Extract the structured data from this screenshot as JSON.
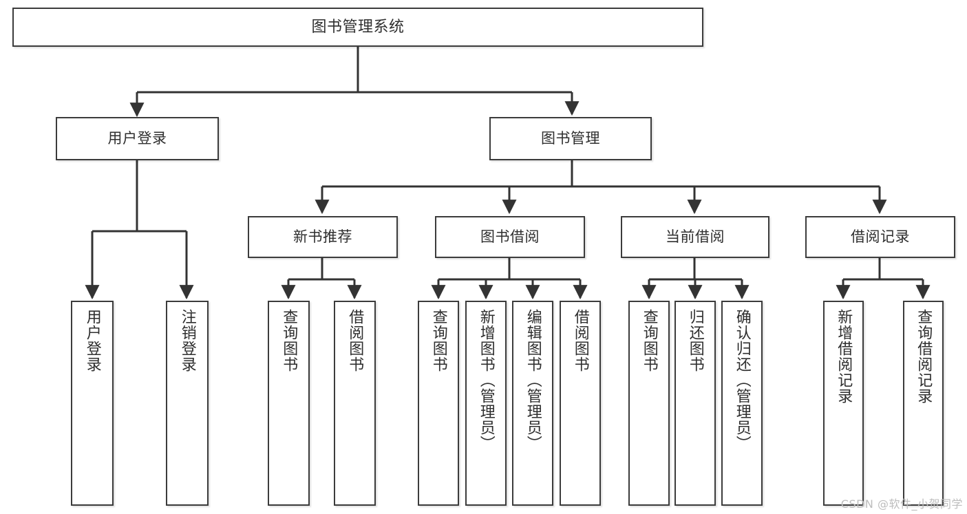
{
  "diagram": {
    "title": "图书管理系统",
    "type": "hierarchy-tree",
    "colors": {
      "box_border": "#3b3b3b",
      "box_fill": "#ffffff",
      "edge": "#333333",
      "text": "#2e2e2e",
      "watermark": "#bdbdbd"
    },
    "root": {
      "label": "图书管理系统"
    },
    "level2": [
      {
        "label": "用户登录"
      },
      {
        "label": "图书管理"
      }
    ],
    "level3": [
      {
        "label": "新书推荐"
      },
      {
        "label": "图书借阅"
      },
      {
        "label": "当前借阅"
      },
      {
        "label": "借阅记录"
      }
    ],
    "leaves": {
      "user_login": [
        {
          "label": "用户登录"
        },
        {
          "label": "注销登录"
        }
      ],
      "new_book": [
        {
          "label": "查询图书"
        },
        {
          "label": "借阅图书"
        }
      ],
      "book_borrow": [
        {
          "label": "查询图书"
        },
        {
          "label": "新增图书（管理员）"
        },
        {
          "label": "编辑图书（管理员）"
        },
        {
          "label": "借阅图书"
        }
      ],
      "current_borrow": [
        {
          "label": "查询图书"
        },
        {
          "label": "归还图书"
        },
        {
          "label": "确认归还（管理员）"
        }
      ],
      "borrow_record": [
        {
          "label": "新增借阅记录"
        },
        {
          "label": "查询借阅记录"
        }
      ]
    },
    "watermark": "CSDN @软件_小贺同学"
  }
}
